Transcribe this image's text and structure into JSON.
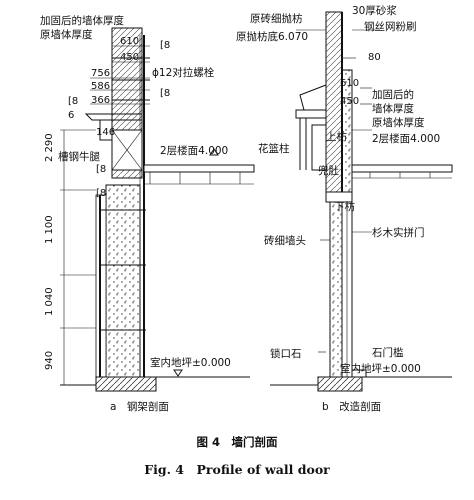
{
  "figure": {
    "caption_cn": "图 4　墙门剖面",
    "caption_en": "Fig. 4　Profile of wall door"
  },
  "panel_a": {
    "title": "a　钢架剖面",
    "labels": {
      "reinforced_thickness": "加固后的墙体厚度",
      "original_thickness": "原墙体厚度",
      "bolt": "ϕ12对拉螺栓",
      "steel_bracket": "槽钢牛腿",
      "floor2": "2层楼面4.000",
      "indoor_floor": "室内地坪±0.000"
    },
    "dims_top": [
      "610",
      "450",
      "756",
      "586",
      "366",
      "6",
      "146"
    ],
    "bracket_marks": [
      "[8",
      "[8",
      "[8",
      "[8",
      "[8"
    ],
    "dims_left": [
      "2 290",
      "1 100",
      "1 040",
      "940"
    ]
  },
  "panel_b": {
    "title": "b　改造剖面",
    "labels": {
      "brick_beam": "原砖细抛枋",
      "beam_bottom": "原抛枋底6.070",
      "mortar": "30厚砂浆",
      "mesh": "钢丝网粉刷",
      "reinforced_thickness": "加固后的",
      "reinforced_thickness2": "墙体厚度",
      "original_thickness": "原墙体厚度",
      "floor2": "2层楼面4.000",
      "flower_column": "花篮柱",
      "upper_beam": "上枋",
      "doujian": "兜肚",
      "lower_beam": "下枋",
      "brick_head": "砖细墙头",
      "fir_door": "杉木实拼门",
      "lock_stone": "锁口石",
      "sill": "石门槛",
      "indoor_floor": "室内地坪±0.000"
    },
    "dims": [
      "80",
      "610",
      "450"
    ]
  }
}
